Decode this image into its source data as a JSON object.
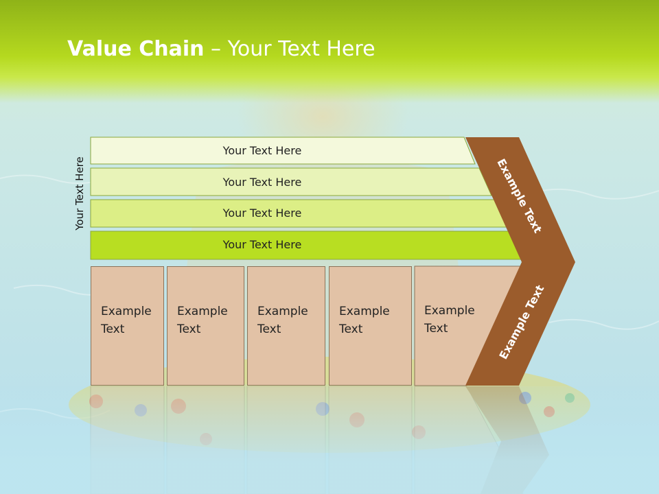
{
  "title": {
    "bold": "Value Chain",
    "rest": " – Your Text Here"
  },
  "vertical_label": "Your Text Here",
  "rows": [
    {
      "label": "Your Text Here",
      "color": "#f4f9dc"
    },
    {
      "label": "Your Text Here",
      "color": "#e8f3b8"
    },
    {
      "label": "Your Text Here",
      "color": "#dcee86"
    },
    {
      "label": "Your Text Here",
      "color": "#b8de22"
    }
  ],
  "boxes": [
    {
      "line1": "Example",
      "line2": "Text"
    },
    {
      "line1": "Example",
      "line2": "Text"
    },
    {
      "line1": "Example",
      "line2": "Text"
    },
    {
      "line1": "Example",
      "line2": "Text"
    },
    {
      "line1": "Example",
      "line2": "Text"
    }
  ],
  "arrow": {
    "color": "#9b5c2c",
    "upper_label": "Example Text",
    "lower_label": "Example Text"
  },
  "colors": {
    "title_band": "#a6cc1c",
    "box_fill": "#e2c2a6",
    "water": "#bfe4ef"
  }
}
